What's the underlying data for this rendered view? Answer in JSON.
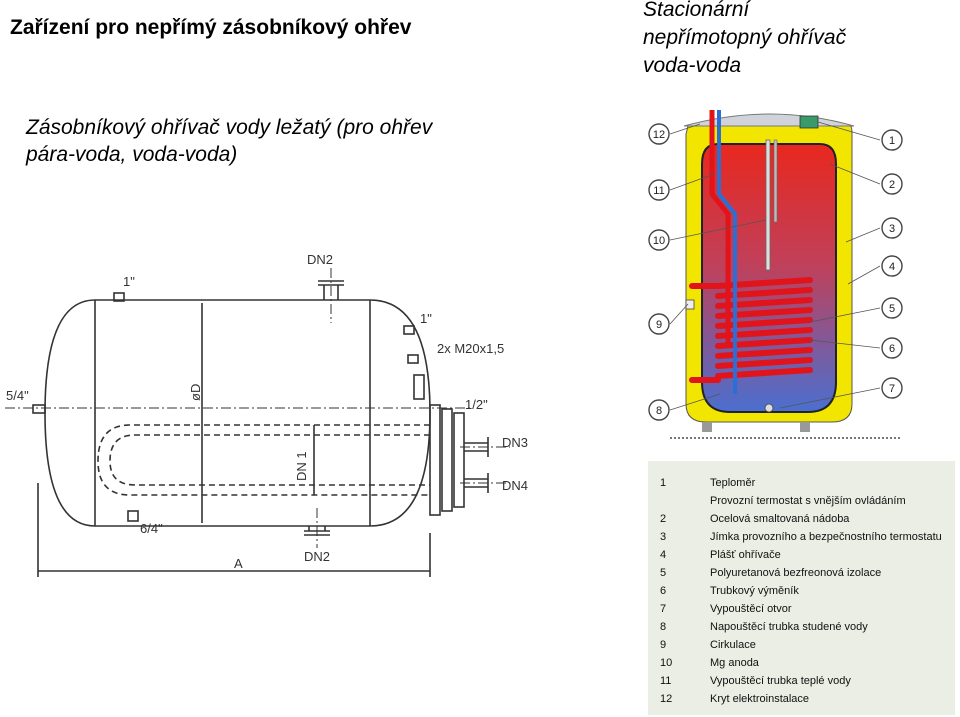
{
  "title": "Zařízení pro nepřímý zásobníkový ohřev",
  "left_caption": [
    "Zásobníkový ohřívač vody ležatý (pro ohřev",
    "pára-voda, voda-voda)"
  ],
  "right_caption": [
    "Stacionární",
    "nepřímotopný ohřívač",
    "voda-voda"
  ],
  "drawing_labels": {
    "dn2_top": "DN2",
    "thread_top_left": "1\"",
    "thread_top_right": "1\"",
    "thread_m20": "2x M20x1,5",
    "thread_left": "5/4\"",
    "diameter": "øD",
    "half_inch": "1/2\"",
    "dn3": "DN3",
    "dn4": "DN4",
    "dn1": "DN 1",
    "thread_bottom": "6/4\"",
    "dn2_bottom": "DN2",
    "length": "A"
  },
  "callouts": [
    "12",
    "11",
    "10",
    "9",
    "8",
    "1",
    "2",
    "3",
    "4",
    "5",
    "6",
    "7"
  ],
  "legend": [
    {
      "num": "1",
      "text": "Teploměr"
    },
    {
      "num": "",
      "text": "Provozní termostat s vnějším ovládáním"
    },
    {
      "num": "2",
      "text": "Ocelová smaltovaná nádoba"
    },
    {
      "num": "3",
      "text": "Jímka provozního a bezpečnostního termostatu"
    },
    {
      "num": "4",
      "text": "Plášť ohřívače"
    },
    {
      "num": "5",
      "text": "Polyuretanová bezfreonová izolace"
    },
    {
      "num": "6",
      "text": "Trubkový výměník"
    },
    {
      "num": "7",
      "text": "Vypouštěcí otvor"
    },
    {
      "num": "8",
      "text": "Napouštěcí trubka studené vody"
    },
    {
      "num": "9",
      "text": "Cirkulace"
    },
    {
      "num": "10",
      "text": "Mg anoda"
    },
    {
      "num": "11",
      "text": "Vypouštěcí trubka teplé vody"
    },
    {
      "num": "12",
      "text": "Kryt elektroinstalace"
    }
  ],
  "colors": {
    "insulation": "#f2e600",
    "tank_hot": "#e8281e",
    "tank_cold": "#4a6fd0",
    "coil": "#e0141a",
    "pipe_cold": "#2a6fd6",
    "legend_bg": "#eaeee4",
    "drawing_line": "#333333"
  }
}
